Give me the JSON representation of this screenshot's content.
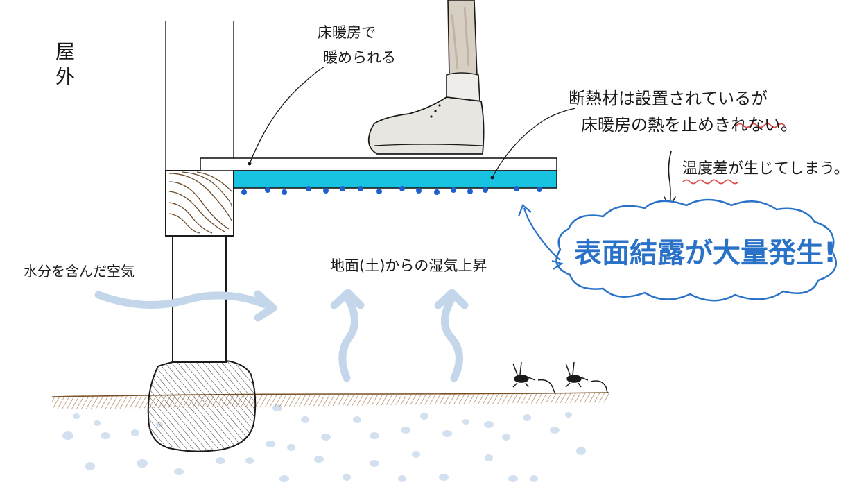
{
  "labels": {
    "outdoor": "屋外",
    "floor_heated_1": "床暖房で",
    "floor_heated_2": "暖められる",
    "insulation_1": "断熱材は設置されているが",
    "insulation_2": "床暖房の熱を止めきれない。",
    "temp_diff": "温度差が生じてしまう。",
    "condensation": "表面結露が大量発生!",
    "humid_air": "水分を含んだ空気",
    "ground_moisture": "地面(土)からの湿気上昇"
  },
  "colors": {
    "ink": "#1a1a1a",
    "insulation": "#17c3e0",
    "droplet": "#1f5fd0",
    "callout": "#2a72c8",
    "arrow_air": "#c3d6ea",
    "soil_dots": "#d3e0ef",
    "ground_hatch": "#9b6a38",
    "wood": "#6b4a2a",
    "boot": "#e8e6e1",
    "wavy_underline": "#d94a4a"
  },
  "icons": {
    "boot": "boot-icon",
    "cricket": "cricket-icon"
  }
}
